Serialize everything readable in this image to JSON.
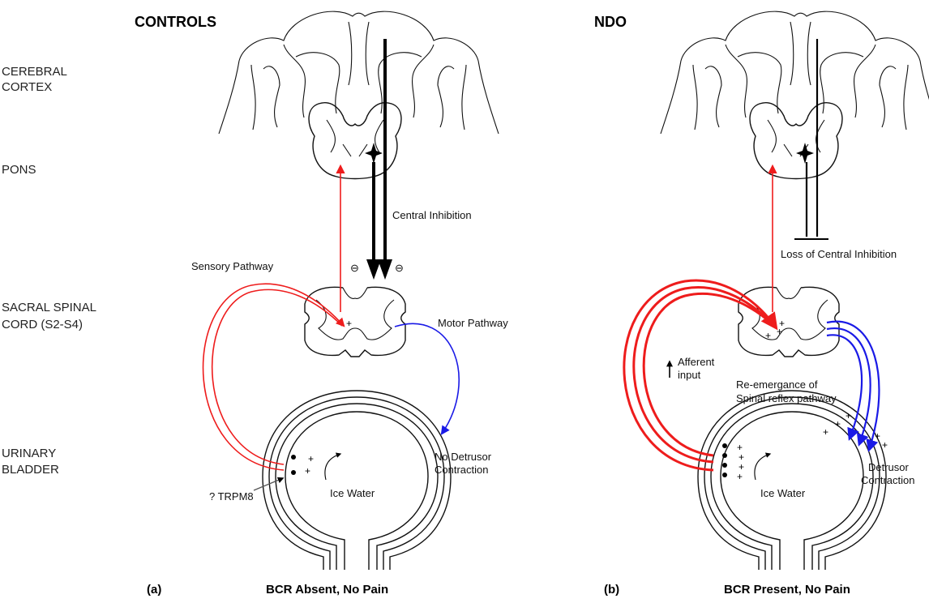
{
  "panels": {
    "left": {
      "header": "CONTROLS",
      "caption_letter": "(a)",
      "caption": "BCR Absent,  No Pain",
      "labels": {
        "central_inhibition": "Central Inhibition",
        "sensory_pathway": "Sensory Pathway",
        "motor_pathway": "Motor Pathway",
        "no_detrusor_1": "No Detrusor",
        "no_detrusor_2": "Contraction",
        "trpm8": "? TRPM8",
        "ice_water": "Ice Water",
        "minus_sign": "⊖"
      }
    },
    "right": {
      "header": "NDO",
      "caption_letter": "(b)",
      "caption": "BCR Present,  No Pain",
      "labels": {
        "loss_of_inhibition": "Loss of Central Inhibition",
        "afferent_1": "Afferent",
        "afferent_2": "input",
        "reemergence_1": "Re-emergance of",
        "reemergence_2": "Spinal reflex pathway",
        "detrusor_1": "Detrusor",
        "detrusor_2": "Contraction",
        "ice_water": "Ice Water"
      }
    }
  },
  "levels": {
    "cortex_1": "CEREBRAL",
    "cortex_2": "CORTEX",
    "pons": "PONS",
    "sacral_1": "SACRAL SPINAL",
    "sacral_2": "CORD (S2-S4)",
    "bladder_1": "URINARY",
    "bladder_2": "BLADDER"
  },
  "symbols": {
    "plus": "+"
  },
  "colors": {
    "sensory": "#ee1c1c",
    "motor": "#1a1ae6",
    "inhibition": "#000000"
  }
}
